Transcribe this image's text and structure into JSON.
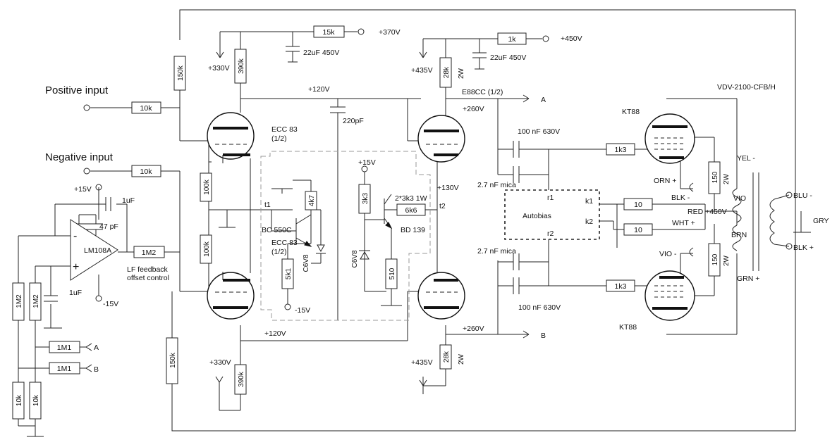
{
  "labels": {
    "pos_input": "Positive input",
    "neg_input": "Negative input",
    "v370": "+370V",
    "v450a": "+450V",
    "v450b": "+450V",
    "v330a": "+330V",
    "v330b": "+330V",
    "v435a": "+435V",
    "v435b": "+435V",
    "v120a": "+120V",
    "v120b": "+120V",
    "v130": "+130V",
    "v260a": "+260V",
    "v260b": "+260V",
    "v15a": "+15V",
    "v15b": "+15V",
    "vm15a": "-15V",
    "vm15b": "-15V",
    "cap_22uf_a": "22uF 450V",
    "cap_22uf_b": "22uF 450V",
    "cap_220pf": "220pF",
    "cap_1uf_a": "1uF",
    "cap_1uf_b": "1uF",
    "cap_47pf": "47 pF",
    "cap_100nf_a": "100 nF 630V",
    "cap_100nf_b": "100 nF 630V",
    "cap_mica_a": "2.7 nF mica",
    "cap_mica_b": "2.7 nF mica",
    "tube_ecc83_a": "ECC 83",
    "tube_ecc83_a_half": "(1/2)",
    "tube_ecc83_b": "ECC 83",
    "tube_ecc83_b_half": "(1/2)",
    "tube_e88cc": "E88CC (1/2)",
    "tube_kt88_a": "KT88",
    "tube_kt88_b": "KT88",
    "opamp": "LM108A",
    "lf_feedback_1": "LF feedback",
    "lf_feedback_2": "offset control",
    "t1": "t1",
    "t2": "t2",
    "bc550c": "BC 550C",
    "bd139": "BD 139",
    "c6v8_a": "C6V8",
    "c6v8_b": "C6V8",
    "res_3k3_1w": "2*3k3 1W",
    "autobias": "Autobias",
    "r1": "r1",
    "r2": "r2",
    "k1": "k1",
    "k2": "k2",
    "out_a": "A",
    "out_b": "B",
    "in_a": "A",
    "in_b": "B",
    "transformer": "VDV-2100-CFB/H",
    "yel": "YEL -",
    "orn": "ORN +",
    "blk_minus": "BLK -",
    "vio_a": "VIO",
    "red": "RED +450V",
    "wht": "WHT +",
    "brn": "BRN",
    "vio_b": "VIO -",
    "grn": "GRN +",
    "blu": "BLU -",
    "gry": "GRY",
    "blk_plus": "BLK +",
    "plus": "+",
    "minus": "-",
    "w2_a": "2W",
    "w2_b": "2W",
    "w2_c": "2W",
    "w2_d": "2W"
  },
  "resistors": {
    "r_15k": "15k",
    "r_1k": "1k",
    "r_150k_a": "150k",
    "r_390k_a": "390k",
    "r_28k_a": "28k",
    "r_10k_pos": "10k",
    "r_10k_neg": "10k",
    "r_100k_a": "100k",
    "r_100k_b": "100k",
    "r_4k7": "4k7",
    "r_3k3": "3k3",
    "r_6k6": "6k6",
    "r_5k1": "5k1",
    "r_510": "510",
    "r_1m2_fb": "1M2",
    "r_1m2_a": "1M2",
    "r_1m2_b": "1M2",
    "r_1m1_a": "1M1",
    "r_1m1_b": "1M1",
    "r_10k_a": "10k",
    "r_10k_b": "10k",
    "r_150k_b": "150k",
    "r_390k_b": "390k",
    "r_28k_b": "28k",
    "r_1k3_a": "1k3",
    "r_1k3_b": "1k3",
    "r_10_a": "10",
    "r_10_b": "10",
    "r_150_a": "150",
    "r_150_b": "150"
  }
}
